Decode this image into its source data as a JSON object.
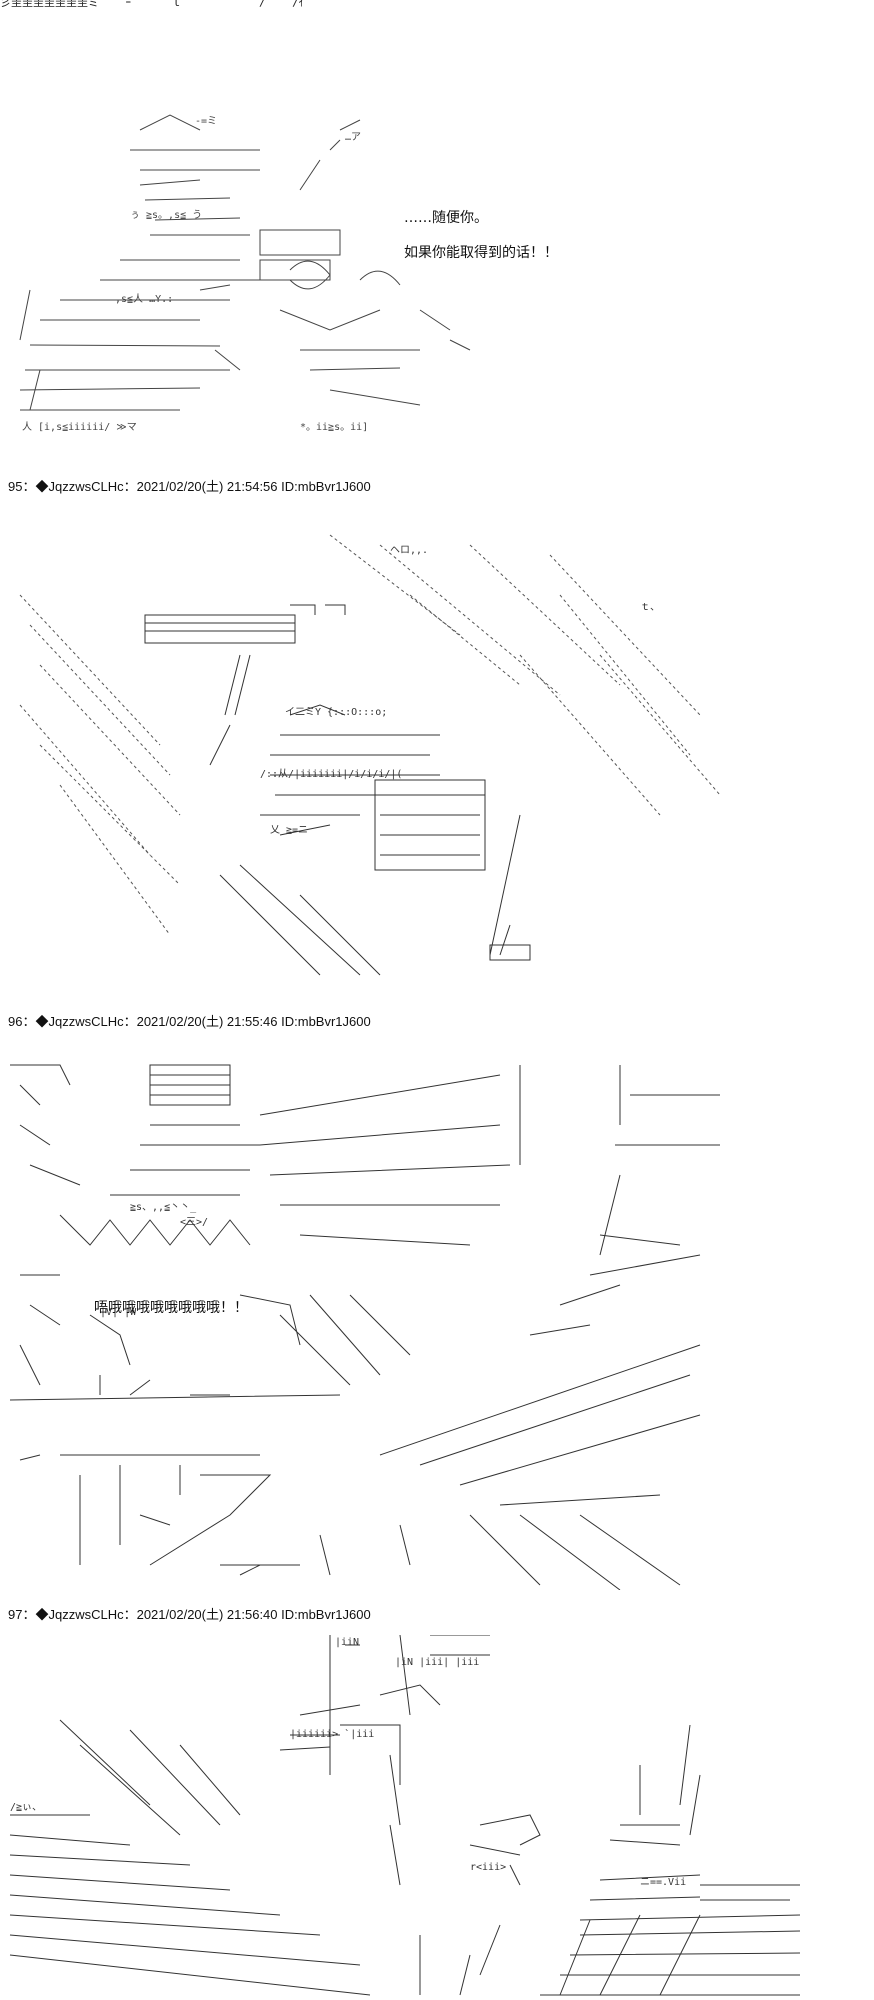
{
  "posts": [
    {
      "top_fragment": "彡圭圭圭圭圭圭圭ミ    ｰ      ｌ      ｀    /    /ｲ",
      "speech": [
        "……随便你。",
        "如果你能取得到的话！！"
      ]
    },
    {
      "header": "95：◆JqzzwsCLHc：2021/02/20(土) 21:54:56 ID:mbBvr1J600"
    },
    {
      "header": "96：◆JqzzwsCLHc：2021/02/20(土) 21:55:46 ID:mbBvr1J600",
      "speech": [
        "唔哦哦哦哦哦哦哦哦！！"
      ]
    },
    {
      "header": "97：◆JqzzwsCLHc：2021/02/20(土) 21:56:40 ID:mbBvr1J600"
    }
  ],
  "colors": {
    "text": "#111111",
    "background": "#ffffff"
  }
}
